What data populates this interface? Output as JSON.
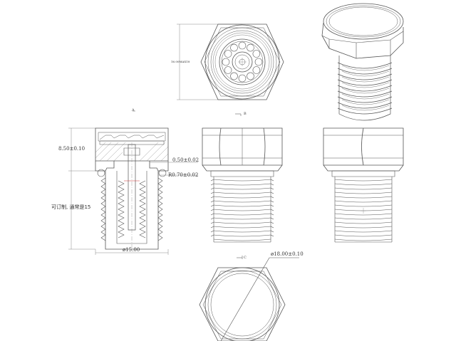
{
  "dimensions": {
    "height_8_5": "8.50±0.10",
    "wall_0_5": "0.50±0.02",
    "radius_0_7": "R0.70±0.02",
    "dia_15": "ø15.00",
    "dia_18": "ø18.00±0.10",
    "top_view_small": "16.00MAX18"
  },
  "notes": {
    "custom_spring": "可订制, 通常是15"
  },
  "section_marks": {
    "a": "A",
    "b": "B",
    "c": "C"
  },
  "colors": {
    "line": "#555555",
    "thin": "#888888",
    "red_dim": "#cc3333"
  }
}
